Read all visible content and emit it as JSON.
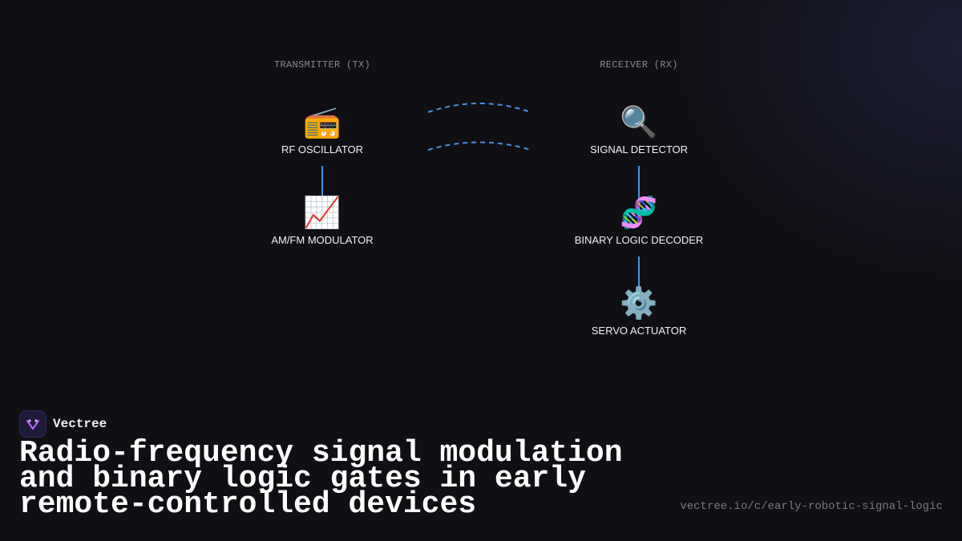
{
  "diagram": {
    "transmitter_label": "TRANSMITTER (TX)",
    "receiver_label": "RECEIVER (RX)",
    "tx_nodes": [
      {
        "icon": "radio-icon",
        "glyph": "📻",
        "label": "RF OSCILLATOR"
      },
      {
        "icon": "chart-increasing-icon",
        "glyph": "📈",
        "label": "AM/FM MODULATOR"
      }
    ],
    "rx_nodes": [
      {
        "icon": "magnifying-glass-icon",
        "glyph": "🔍",
        "label": "SIGNAL DETECTOR"
      },
      {
        "icon": "dna-icon",
        "glyph": "🧬",
        "label": "BINARY LOGIC DECODER"
      },
      {
        "icon": "gear-icon",
        "glyph": "⚙️",
        "label": "SERVO ACTUATOR"
      }
    ],
    "colors": {
      "arrow": "#4a90e2",
      "wave": "#4a90e2"
    }
  },
  "brand": {
    "name": "Vectree"
  },
  "title": "Radio-frequency signal modulation and binary logic gates in early remote-controlled devices",
  "url": "vectree.io/c/early-robotic-signal-logic"
}
